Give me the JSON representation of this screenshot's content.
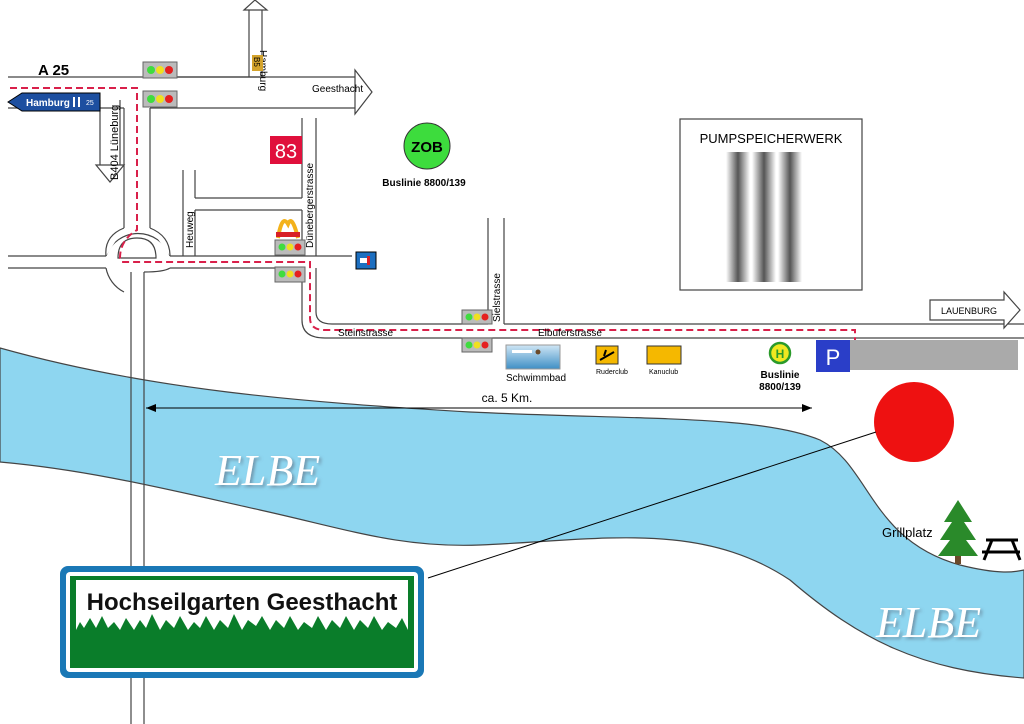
{
  "roads": {
    "autobahn": "A 25",
    "hamburg_sign": "Hamburg",
    "hamburg_sign_number": "25",
    "b404": "B404 Lüneburg",
    "hamburg_north": "Hamburg",
    "b5": "B5",
    "geesthacht": "Geesthacht",
    "heuweg": "Heuweg",
    "duneberger": "Dünebergerstrasse",
    "steinstrasse": "Steinstrasse",
    "elbuferstrasse": "Elbuferstrasse",
    "sielstrasse": "Sielstrasse",
    "lauenburg": "LAUENBURG"
  },
  "labels": {
    "bus_number": "83",
    "zob": "ZOB",
    "zob_buslinie": "Buslinie 8800/139",
    "pumpspeicherwerk": "PUMPSPEICHERWERK",
    "schwimmbad": "Schwimmbad",
    "ruderclub": "Ruderclub",
    "kanuclub": "Kanuclub",
    "bus_stop_symbol": "H",
    "buslinie_line1": "Buslinie",
    "buslinie_line2": "8800/139",
    "parking": "P",
    "distance": "ca. 5 Km.",
    "elbe_1": "ELBE",
    "elbe_2": "ELBE",
    "grillplatz": "Grillplatz",
    "hochseil_title": "Hochseilgarten Geesthacht"
  },
  "colors": {
    "river": "#8ed6f0",
    "route": "#d9204a",
    "zob_green": "#3ddc3d",
    "destination_red": "#ee1111",
    "parking_blue": "#2a3ec8",
    "sign_blue": "#1d4fa0",
    "sign_green": "#0a7d2a",
    "sign_border": "#1a78b6",
    "bus_number_red": "#e0103c",
    "road_edge": "#444444",
    "parking_lot_gray": "#aaaaaa",
    "tree_green": "#2a8a2a"
  },
  "icons": [
    "traffic-light-icon",
    "mcdonalds-icon",
    "fuel-sign-icon",
    "bus-stop-icon",
    "parking-icon",
    "tree-icon",
    "picnic-table-icon",
    "rowing-icon",
    "canoe-icon",
    "swimmer-icon",
    "autobahn-icon"
  ]
}
